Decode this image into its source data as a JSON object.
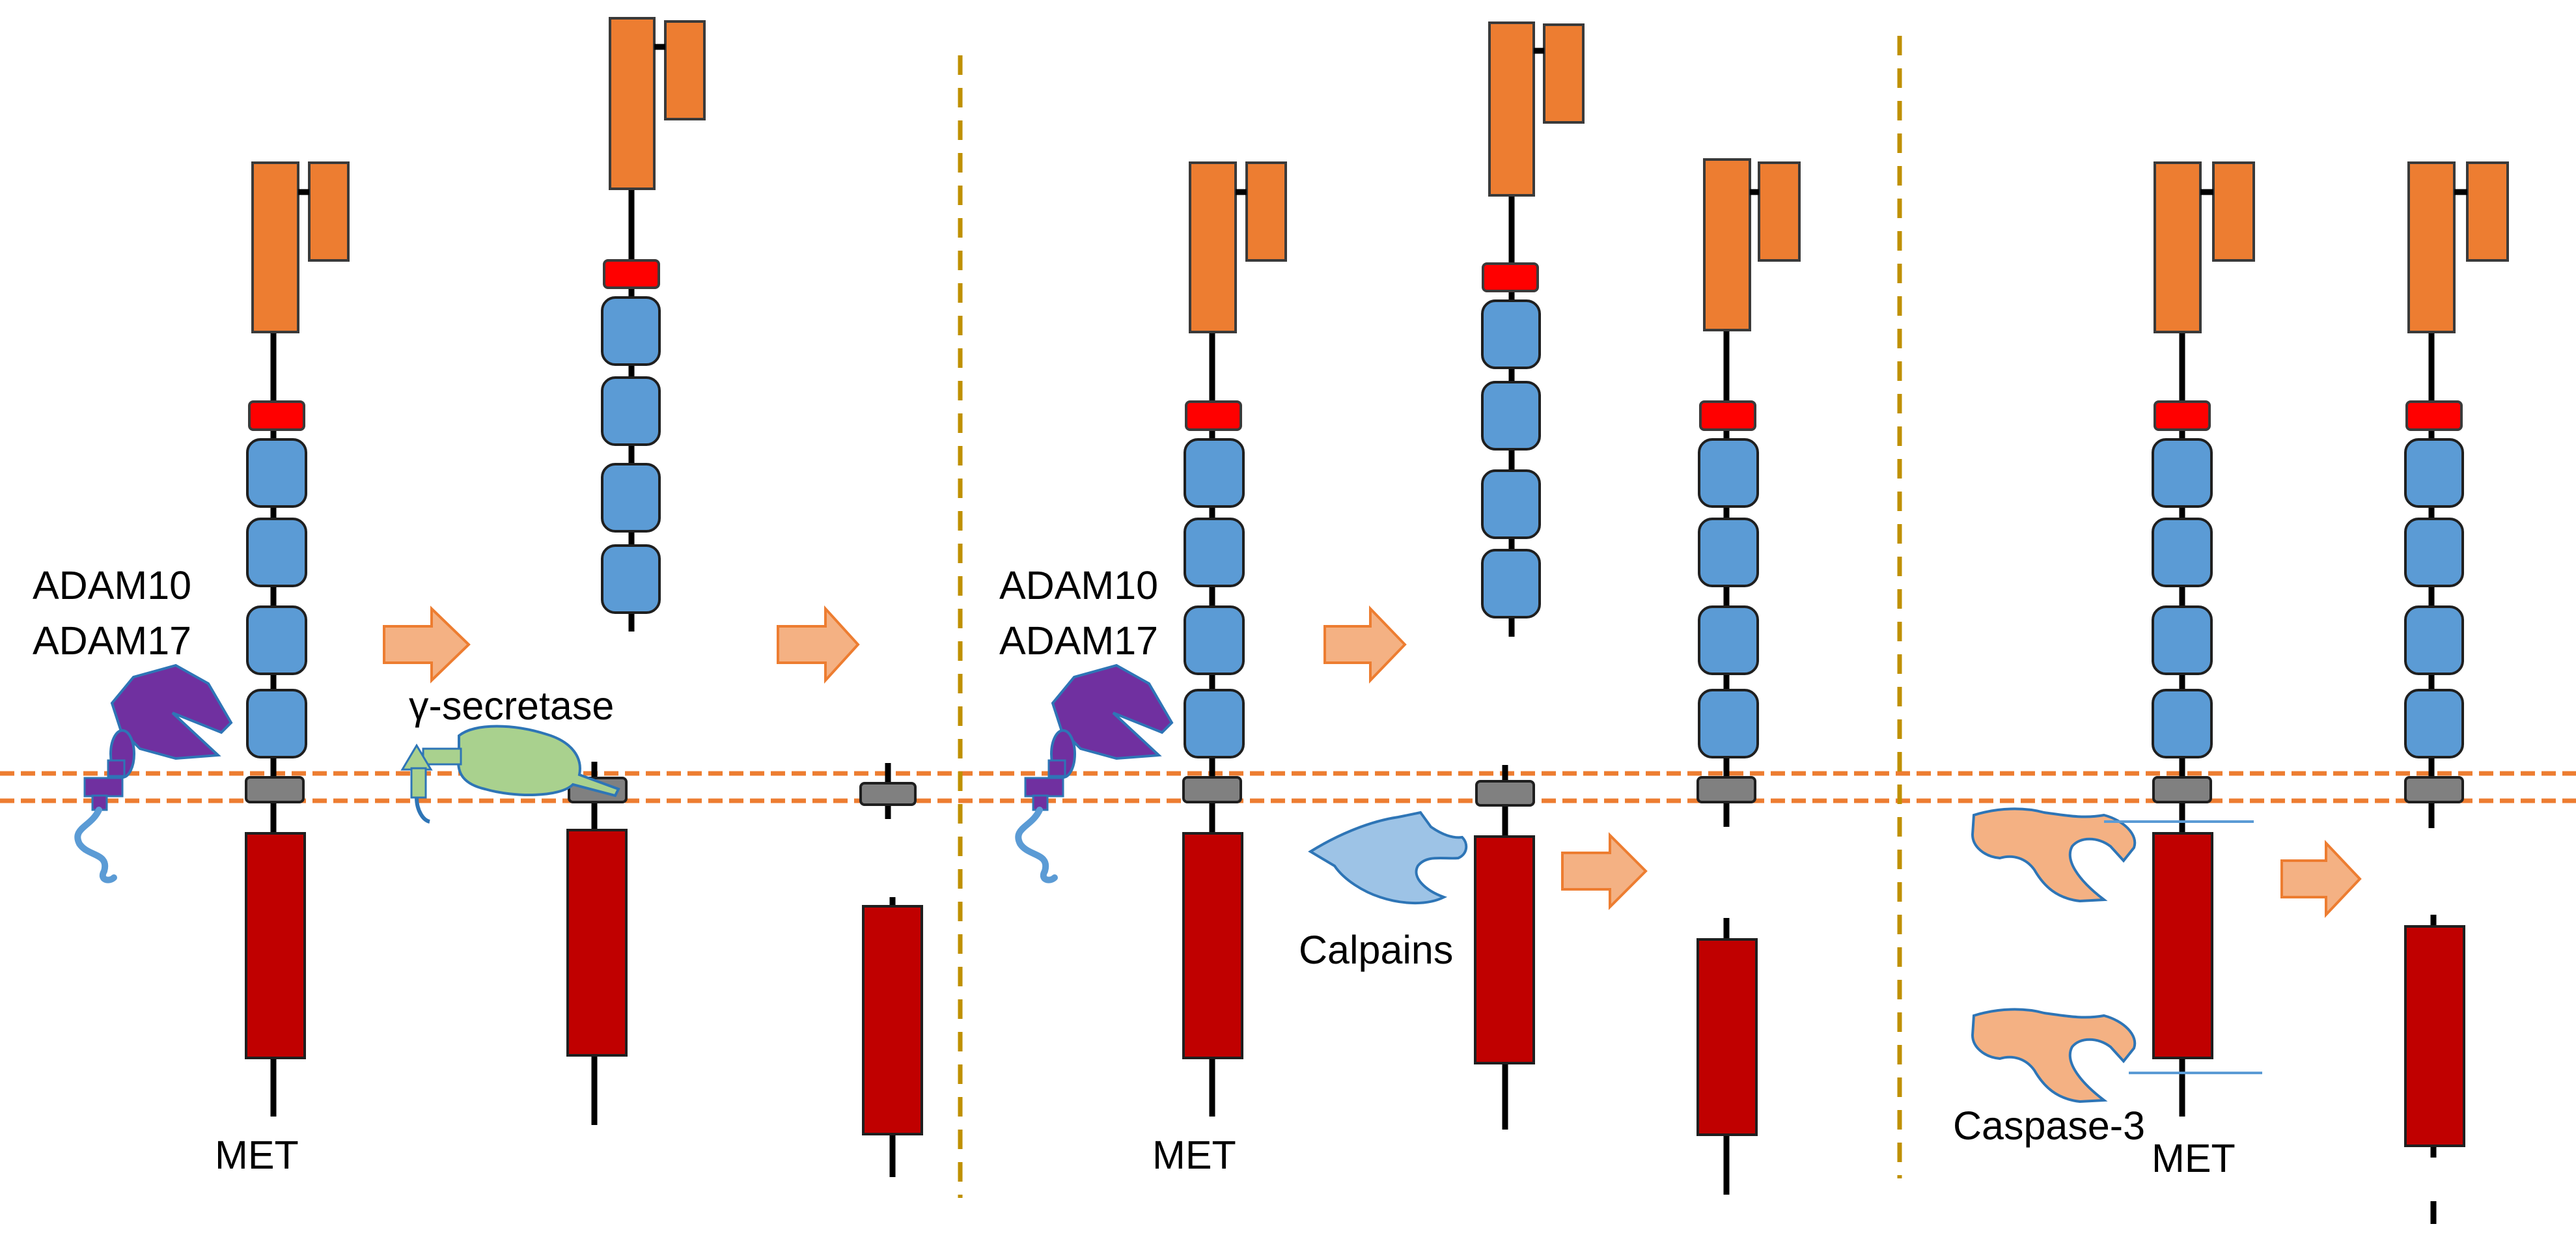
{
  "figure": {
    "labels": {
      "adam10_a": "ADAM10",
      "adam17_a": "ADAM17",
      "gamma_secretase": "γ-secretase",
      "adam10_b": "ADAM10",
      "adam17_b": "ADAM17",
      "calpains": "Calpains",
      "caspase3": "Caspase-3",
      "met_1": "MET",
      "met_2": "MET",
      "met_3": "MET"
    },
    "colors": {
      "sema_domain": "#ED7D31",
      "psi_domain": "#FF0000",
      "ipt_domains": "#5B9BD5",
      "transmembrane": "#808080",
      "kinase_domain": "#C00000",
      "adam_protease": "#7030A0",
      "gamma_secretase": "#A9D18E",
      "calpain": "#9DC3E6",
      "caspase": "#F4B183",
      "membrane": "#ED7D31",
      "panel_divider": "#BF9000",
      "process_arrow": "#F4B183"
    }
  }
}
